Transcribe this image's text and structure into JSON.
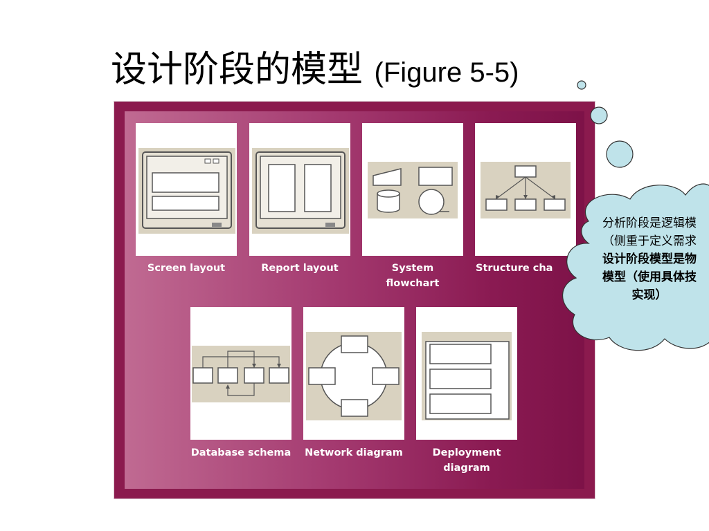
{
  "slide": {
    "title_cn": "设计阶段的模型",
    "title_en": "(Figure 5-5)"
  },
  "figure": {
    "cards_row1": [
      {
        "label": "Screen layout"
      },
      {
        "label": "Report layout"
      },
      {
        "label": "System\nflowchart"
      },
      {
        "label": "Structure cha"
      }
    ],
    "cards_row2": [
      {
        "label": "Database schema"
      },
      {
        "label": "Network diagram"
      },
      {
        "label": "Deployment\ndiagram"
      }
    ]
  },
  "callout": {
    "line1": "分析阶段是逻辑模",
    "line2": "（侧重于定义需求",
    "line3": "设计阶段模型是物",
    "line4": "模型（使用具体技",
    "line5": "实现）"
  },
  "colors": {
    "panel": "#8b1a4e",
    "diagram_bg": "#d9d2c0",
    "callout_fill": "#bfe3ea"
  }
}
